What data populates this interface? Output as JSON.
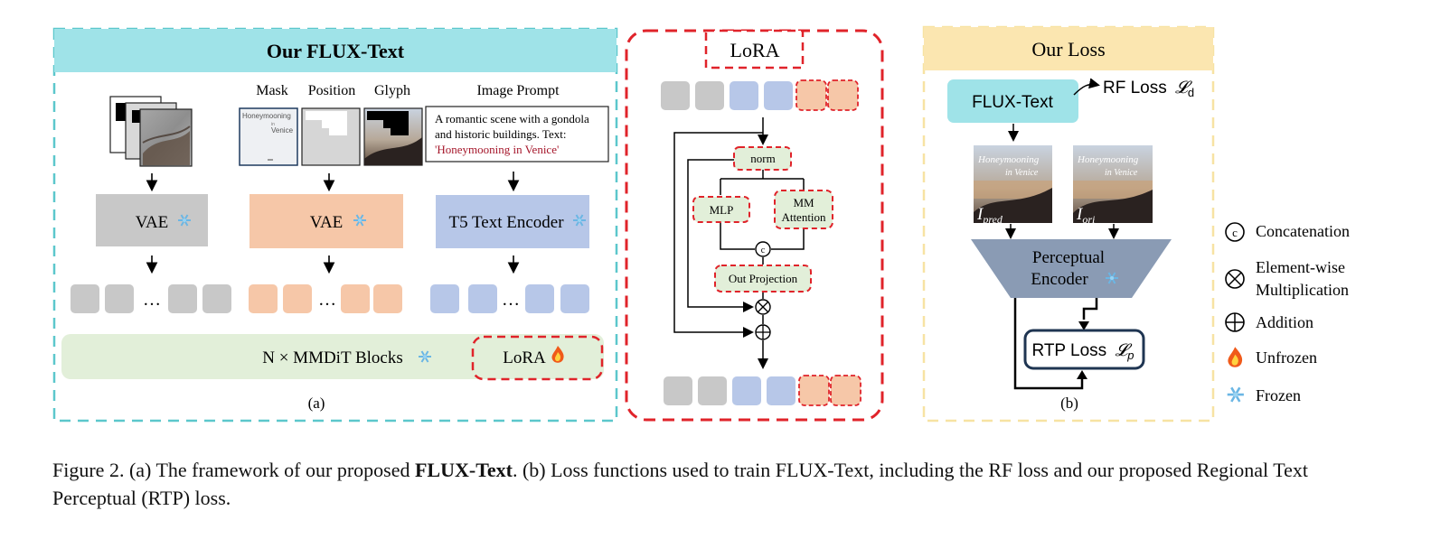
{
  "panel_a": {
    "title": "Our FLUX-Text",
    "labels": {
      "mask": "Mask",
      "position": "Position",
      "glyph": "Glyph",
      "image_prompt": "Image Prompt"
    },
    "mask_text_1": "Honeymooning",
    "mask_text_2": "in",
    "mask_text_3": "Venice",
    "prompt_line_1": "A romantic scene with a gondola",
    "prompt_line_2": "and historic buildings.  Text:",
    "prompt_highlight": "'Honeymooning in Venice'",
    "vae_1": "VAE",
    "vae_2": "VAE",
    "t5": "T5 Text Encoder",
    "ellipsis": "…",
    "mmdit": "N × MMDiT Blocks",
    "lora": "LoRA",
    "sublabel": "(a)"
  },
  "panel_lora": {
    "title": "LoRA",
    "norm": "norm",
    "mlp": "MLP",
    "mm_attention_1": "MM",
    "mm_attention_2": "Attention",
    "concat_symbol": "c",
    "out_projection": "Out Projection"
  },
  "panel_b": {
    "title": "Our Loss",
    "flux_text": "FLUX-Text",
    "rf_loss": "RF Loss",
    "rf_loss_symbol": "𝓛",
    "rf_loss_sub": "d",
    "img_text_1": "Honeymooning",
    "img_text_2": "in Venice",
    "i_pred": "I",
    "i_pred_sub": "pred",
    "i_ori": "I",
    "i_ori_sub": "ori",
    "encoder_1": "Perceptual",
    "encoder_2": "Encoder",
    "rtp_loss": "RTP Loss",
    "rtp_loss_symbol": "𝓛",
    "rtp_loss_sub": "p",
    "sublabel": "(b)"
  },
  "legend": {
    "concatenation": "Concatenation",
    "element_wise_1": "Element-wise",
    "element_wise_2": "Multiplication",
    "addition": "Addition",
    "unfrozen": "Unfrozen",
    "frozen": "Frozen"
  },
  "caption": {
    "part1": "Figure 2.  (a) The framework of our proposed ",
    "bold": "FLUX-Text",
    "part2": ".  (b) Loss functions used to train FLUX-Text, including the RF loss and our proposed Regional Text Perceptual (RTP) loss."
  },
  "colors": {
    "teal_header": "#9fe3e8",
    "teal_dash": "#5cc7cc",
    "grey_token": "#c8c8c8",
    "orange_token": "#f6c7a8",
    "blue_token": "#b7c7e8",
    "green_block": "#e2efd9",
    "red_dash": "#e0232a",
    "yellow_header": "#fbe6b0",
    "yellow_dash": "#f7e3a3",
    "flux_box": "#9fe3e8",
    "encoder": "#8a9bb4",
    "rtp_border": "#1f3552",
    "prompt_red": "#a5162a"
  }
}
